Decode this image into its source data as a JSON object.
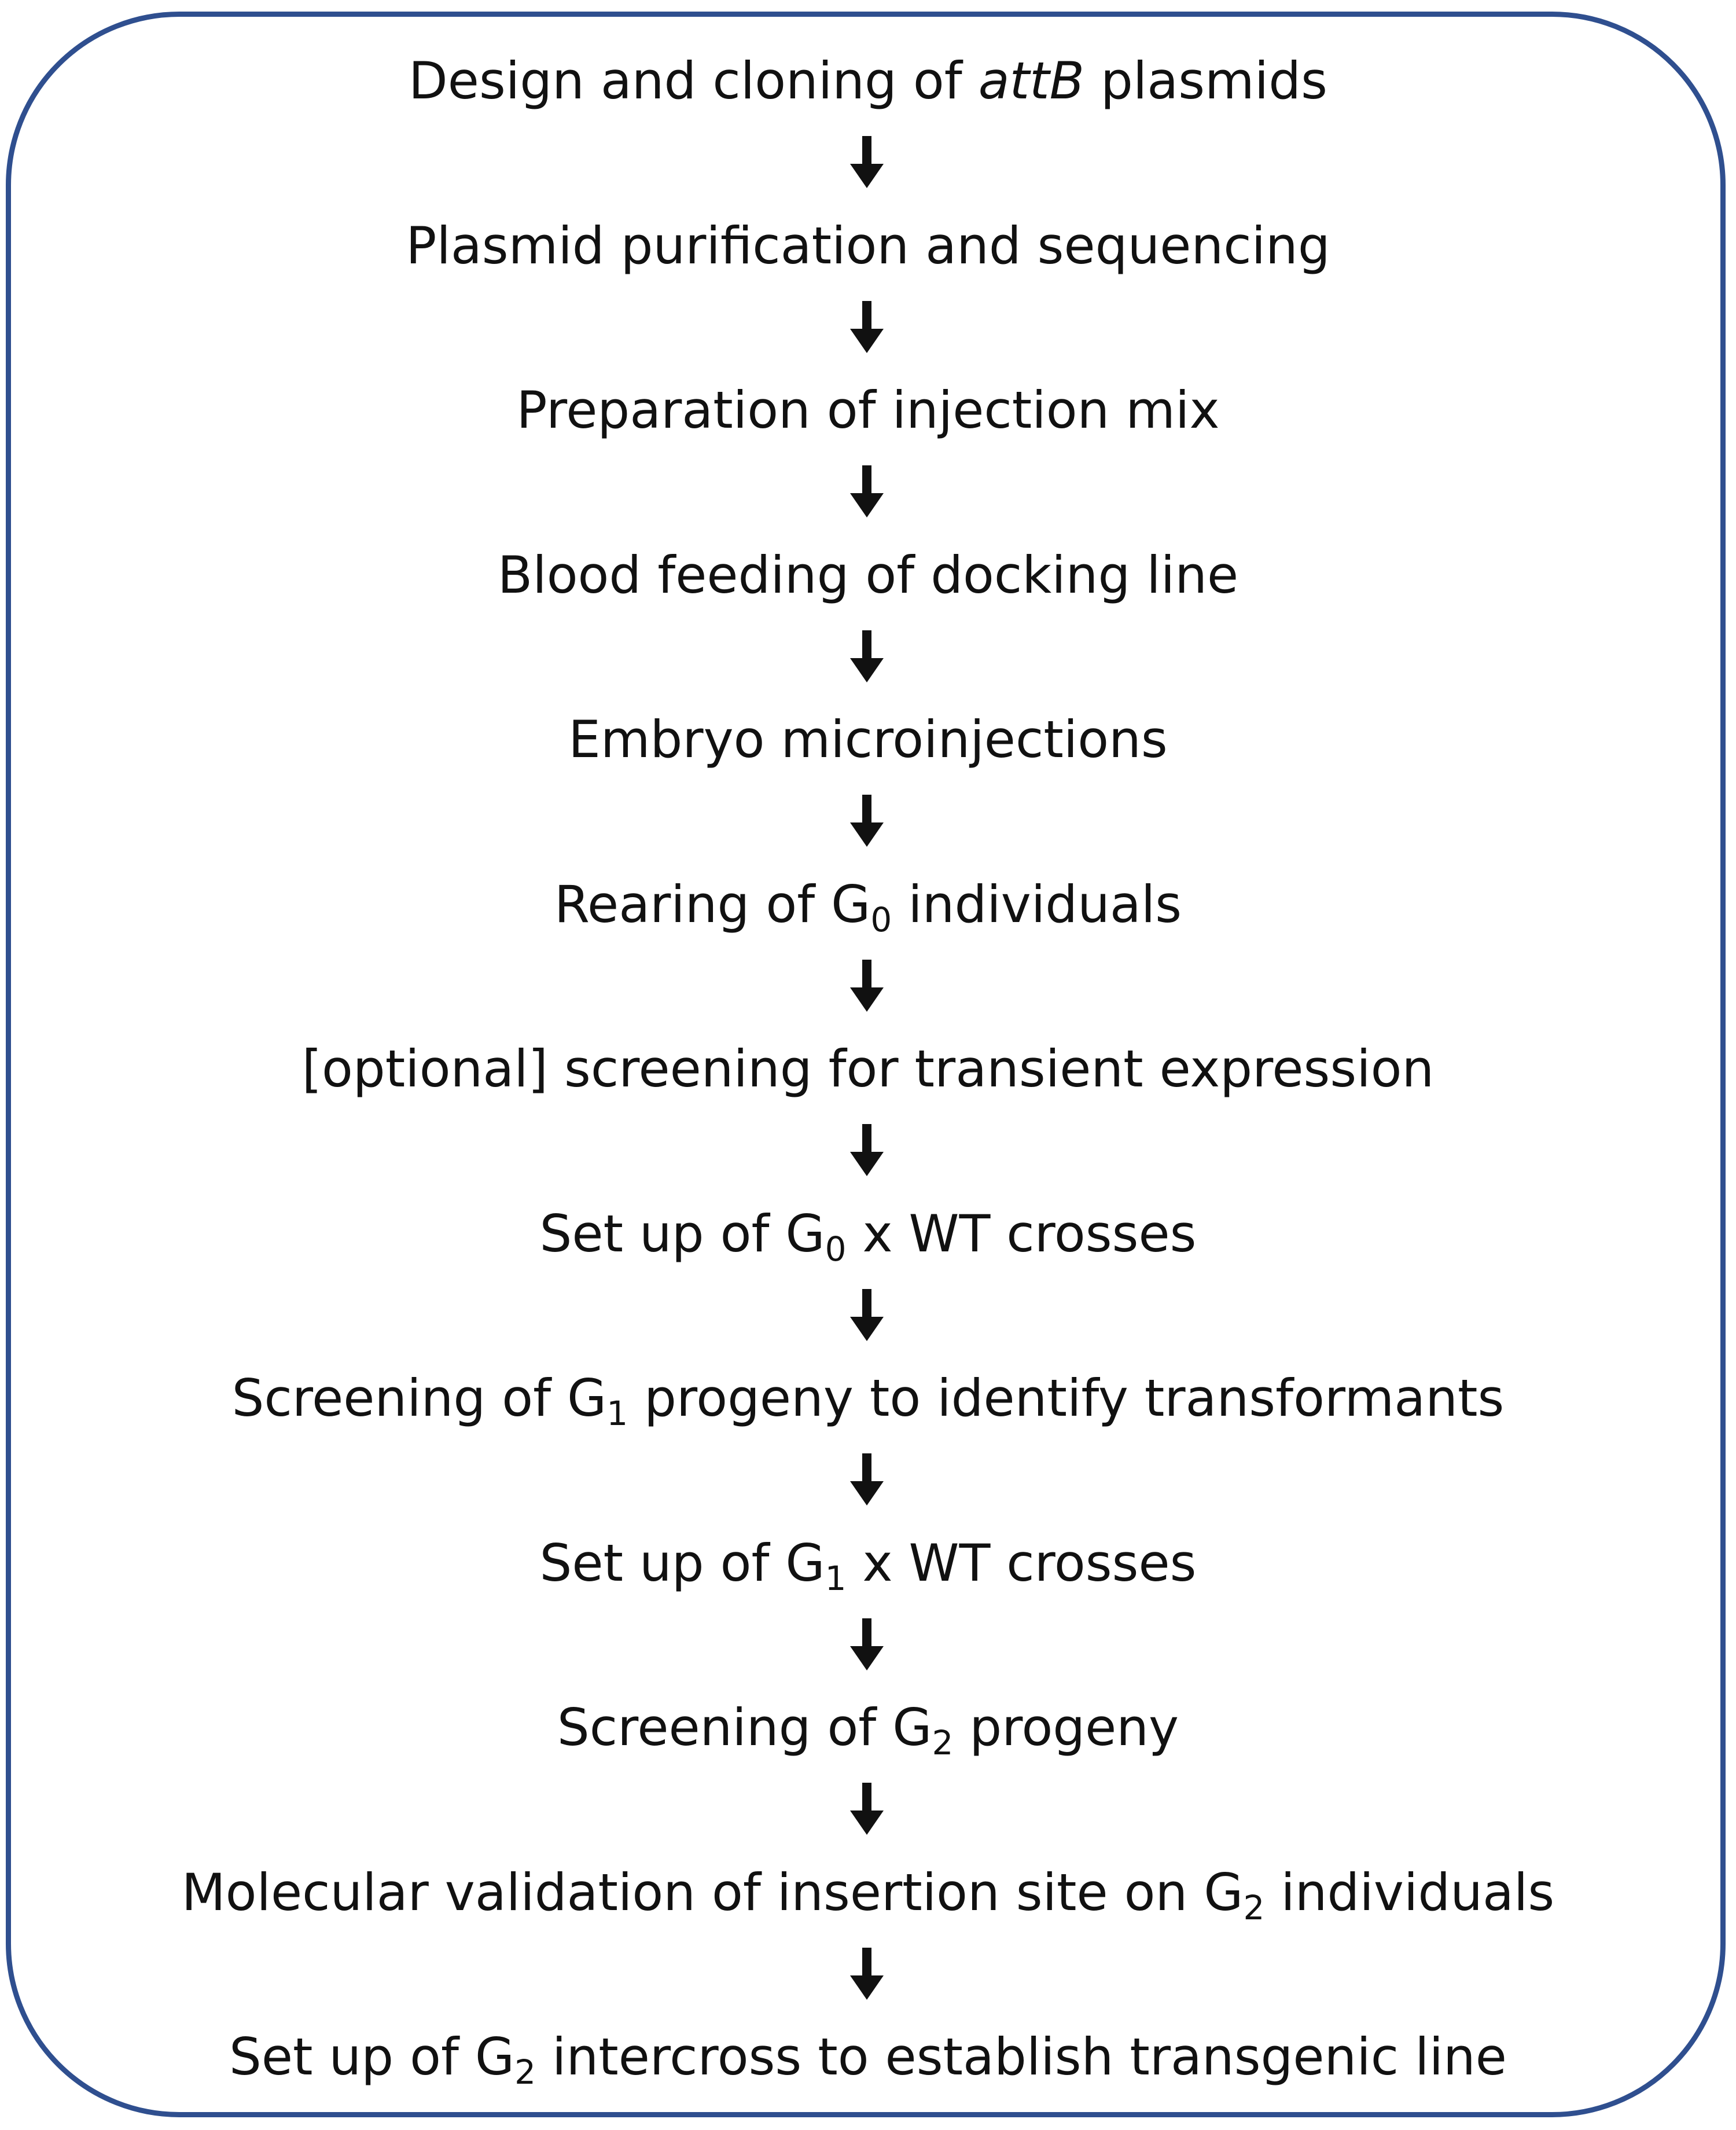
{
  "steps": [
    {
      "pre": "Design and cloning of ",
      "em": "attB",
      "post": " plasmids"
    },
    {
      "pre": "Plasmid purification and sequencing"
    },
    {
      "pre": "Preparation of injection mix"
    },
    {
      "pre": "Blood feeding of docking line"
    },
    {
      "pre": "Embryo microinjections"
    },
    {
      "pre": "Rearing of G",
      "sub": "0",
      "post": " individuals"
    },
    {
      "pre": "[optional] screening for transient expression"
    },
    {
      "pre": "Set up of G",
      "sub": "0",
      "post": " x WT crosses"
    },
    {
      "pre": "Screening of G",
      "sub": "1",
      "post": " progeny to identify transformants"
    },
    {
      "pre": "Set up of G",
      "sub": "1",
      "post": " x WT crosses"
    },
    {
      "pre": "Screening of G",
      "sub": "2",
      "post": " progeny"
    },
    {
      "pre": "Molecular validation of insertion site on G",
      "sub": "2",
      "post": " individuals"
    },
    {
      "pre": "Set up of G",
      "sub": "2",
      "post": " intercross to establish transgenic line"
    }
  ],
  "colors": {
    "frame": "#2f4f8f",
    "text": "#111111",
    "arrow": "#111111"
  }
}
